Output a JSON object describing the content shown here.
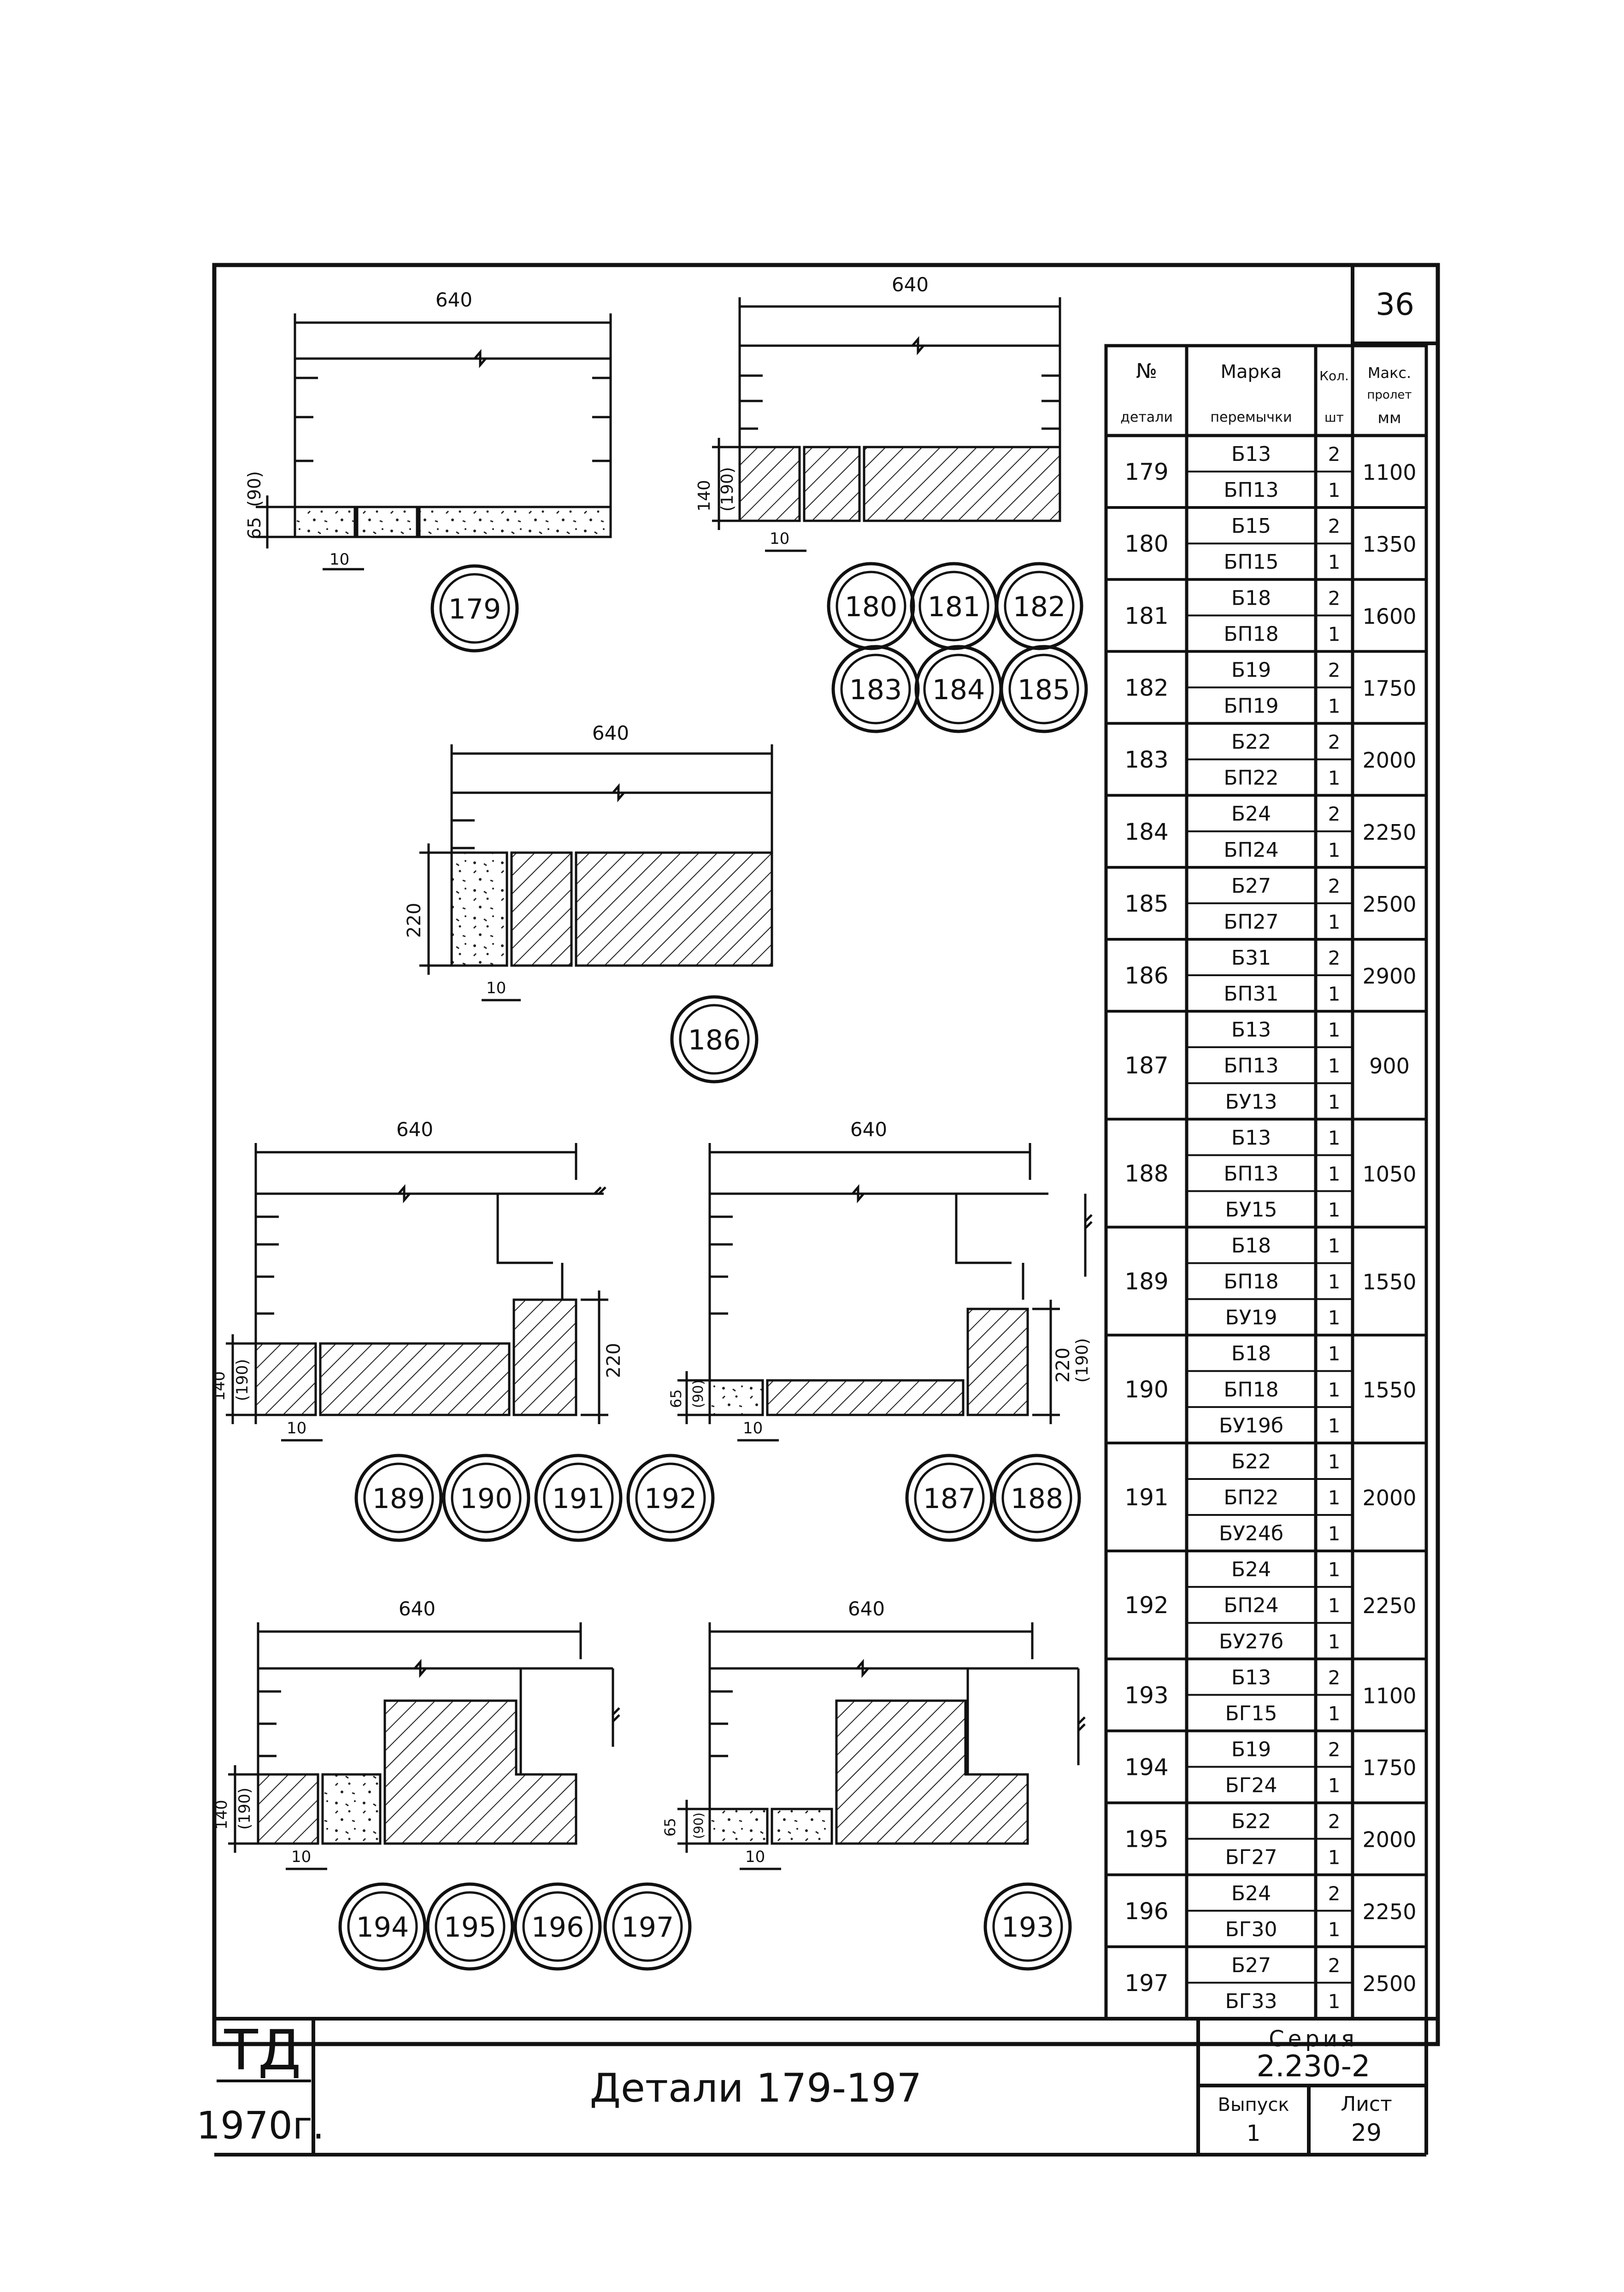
{
  "sheet_number": "36",
  "title": "Детали 179-197",
  "stamp": {
    "line1": "ТД",
    "line2": "1970г."
  },
  "series": {
    "label": "Серия",
    "value": "2.230-2"
  },
  "issue": {
    "label": "Выпуск",
    "value": "1"
  },
  "sheet": {
    "label": "Лист",
    "value": "29"
  },
  "drawings": [
    {
      "width_dim": "640",
      "height_dims": [
        "65",
        "(90)"
      ],
      "gap_dim": "10",
      "details": [
        "179"
      ]
    },
    {
      "width_dim": "640",
      "height_dims": [
        "140",
        "(190)"
      ],
      "gap_dim": "10",
      "details": [
        "180",
        "181",
        "182",
        "183",
        "184",
        "185"
      ]
    },
    {
      "width_dim": "640",
      "height_dims": [
        "220"
      ],
      "gap_dim": "10",
      "details": [
        "186"
      ]
    },
    {
      "width_dim": "640",
      "height_dims": [
        "140",
        "(190)",
        "220"
      ],
      "gap_dim": "10",
      "details": [
        "189",
        "190",
        "191",
        "192"
      ]
    },
    {
      "width_dim": "640",
      "height_dims": [
        "65",
        "(90)",
        "220",
        "(190)"
      ],
      "gap_dim": "10",
      "details": [
        "187",
        "188"
      ]
    },
    {
      "width_dim": "640",
      "height_dims": [
        "140",
        "(190)"
      ],
      "gap_dim": "10",
      "details": [
        "194",
        "195",
        "196",
        "197"
      ]
    },
    {
      "width_dim": "640",
      "height_dims": [
        "65",
        "(90)"
      ],
      "gap_dim": "10",
      "details": [
        "193"
      ]
    }
  ],
  "table": {
    "headers": {
      "no_line1": "№",
      "no_line2": "детали",
      "mark_line1": "Марка",
      "mark_line2": "перемычки",
      "qty_line1": "Кол.",
      "qty_line2": "шт",
      "span_line1": "Макс.",
      "span_line2": "пролет",
      "span_line3": "мм"
    },
    "groups": [
      {
        "no": "179",
        "span": "1100",
        "rows": [
          {
            "mark": "Б13",
            "qty": "2"
          },
          {
            "mark": "БП13",
            "qty": "1"
          }
        ]
      },
      {
        "no": "180",
        "span": "1350",
        "rows": [
          {
            "mark": "Б15",
            "qty": "2"
          },
          {
            "mark": "БП15",
            "qty": "1"
          }
        ]
      },
      {
        "no": "181",
        "span": "1600",
        "rows": [
          {
            "mark": "Б18",
            "qty": "2"
          },
          {
            "mark": "БП18",
            "qty": "1"
          }
        ]
      },
      {
        "no": "182",
        "span": "1750",
        "rows": [
          {
            "mark": "Б19",
            "qty": "2"
          },
          {
            "mark": "БП19",
            "qty": "1"
          }
        ]
      },
      {
        "no": "183",
        "span": "2000",
        "rows": [
          {
            "mark": "Б22",
            "qty": "2"
          },
          {
            "mark": "БП22",
            "qty": "1"
          }
        ]
      },
      {
        "no": "184",
        "span": "2250",
        "rows": [
          {
            "mark": "Б24",
            "qty": "2"
          },
          {
            "mark": "БП24",
            "qty": "1"
          }
        ]
      },
      {
        "no": "185",
        "span": "2500",
        "rows": [
          {
            "mark": "Б27",
            "qty": "2"
          },
          {
            "mark": "БП27",
            "qty": "1"
          }
        ]
      },
      {
        "no": "186",
        "span": "2900",
        "rows": [
          {
            "mark": "Б31",
            "qty": "2"
          },
          {
            "mark": "БП31",
            "qty": "1"
          }
        ]
      },
      {
        "no": "187",
        "span": "900",
        "rows": [
          {
            "mark": "Б13",
            "qty": "1"
          },
          {
            "mark": "БП13",
            "qty": "1"
          },
          {
            "mark": "БУ13",
            "qty": "1"
          }
        ]
      },
      {
        "no": "188",
        "span": "1050",
        "rows": [
          {
            "mark": "Б13",
            "qty": "1"
          },
          {
            "mark": "БП13",
            "qty": "1"
          },
          {
            "mark": "БУ15",
            "qty": "1"
          }
        ]
      },
      {
        "no": "189",
        "span": "1550",
        "rows": [
          {
            "mark": "Б18",
            "qty": "1"
          },
          {
            "mark": "БП18",
            "qty": "1"
          },
          {
            "mark": "БУ19",
            "qty": "1"
          }
        ]
      },
      {
        "no": "190",
        "span": "1550",
        "rows": [
          {
            "mark": "Б18",
            "qty": "1"
          },
          {
            "mark": "БП18",
            "qty": "1"
          },
          {
            "mark": "БУ19б",
            "qty": "1"
          }
        ]
      },
      {
        "no": "191",
        "span": "2000",
        "rows": [
          {
            "mark": "Б22",
            "qty": "1"
          },
          {
            "mark": "БП22",
            "qty": "1"
          },
          {
            "mark": "БУ24б",
            "qty": "1"
          }
        ]
      },
      {
        "no": "192",
        "span": "2250",
        "rows": [
          {
            "mark": "Б24",
            "qty": "1"
          },
          {
            "mark": "БП24",
            "qty": "1"
          },
          {
            "mark": "БУ27б",
            "qty": "1"
          }
        ]
      },
      {
        "no": "193",
        "span": "1100",
        "rows": [
          {
            "mark": "Б13",
            "qty": "2"
          },
          {
            "mark": "БГ15",
            "qty": "1"
          }
        ]
      },
      {
        "no": "194",
        "span": "1750",
        "rows": [
          {
            "mark": "Б19",
            "qty": "2"
          },
          {
            "mark": "БГ24",
            "qty": "1"
          }
        ]
      },
      {
        "no": "195",
        "span": "2000",
        "rows": [
          {
            "mark": "Б22",
            "qty": "2"
          },
          {
            "mark": "БГ27",
            "qty": "1"
          }
        ]
      },
      {
        "no": "196",
        "span": "2250",
        "rows": [
          {
            "mark": "Б24",
            "qty": "2"
          },
          {
            "mark": "БГ30",
            "qty": "1"
          }
        ]
      },
      {
        "no": "197",
        "span": "2500",
        "rows": [
          {
            "mark": "Б27",
            "qty": "2"
          },
          {
            "mark": "БГ33",
            "qty": "1"
          }
        ]
      }
    ]
  }
}
